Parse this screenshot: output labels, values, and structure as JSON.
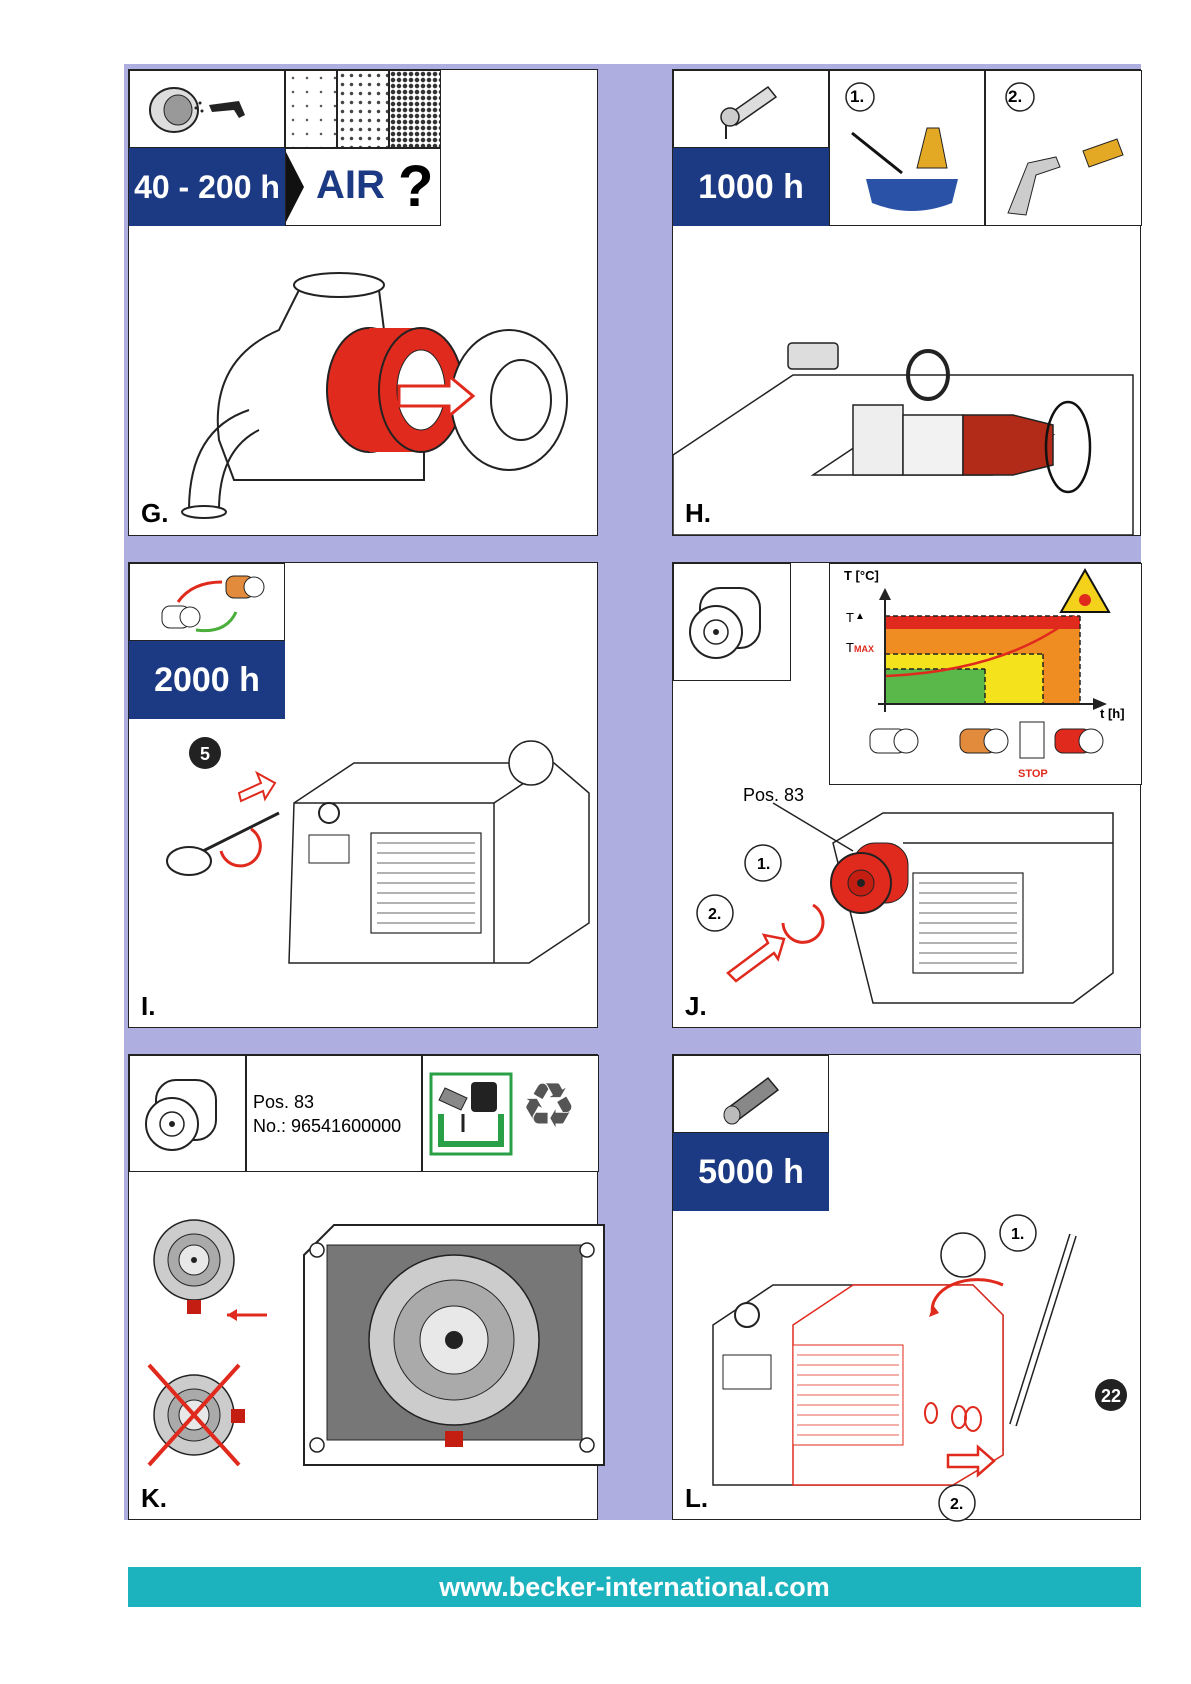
{
  "panels": {
    "g": {
      "letter": "G.",
      "interval": "40 - 200 h",
      "air": "AIR"
    },
    "h": {
      "letter": "H.",
      "interval": "1000 h",
      "step1": "1.",
      "step2": "2."
    },
    "i": {
      "letter": "I.",
      "interval": "2000 h",
      "wrench_size": "5"
    },
    "j": {
      "letter": "J.",
      "pos_label": "Pos. 83",
      "step1": "1.",
      "step2": "2.",
      "graph": {
        "y_label": "T [°C]",
        "x_label": "t [h]",
        "t_ignition": "T",
        "t_max": "T",
        "t_max_sub": "MAX",
        "stop": "STOP"
      }
    },
    "k": {
      "letter": "K.",
      "pos_label": "Pos. 83",
      "part_no": "No.: 96541600000"
    },
    "l": {
      "letter": "L.",
      "interval": "5000 h",
      "step1": "1.",
      "step2": "2.",
      "wrench_size": "22"
    }
  },
  "footer": {
    "url": "www.becker-international.com"
  },
  "colors": {
    "navy": "#1c3a83",
    "red": "#e02a1d",
    "teal": "#1cb3bf",
    "frame": "#aeaee0"
  }
}
